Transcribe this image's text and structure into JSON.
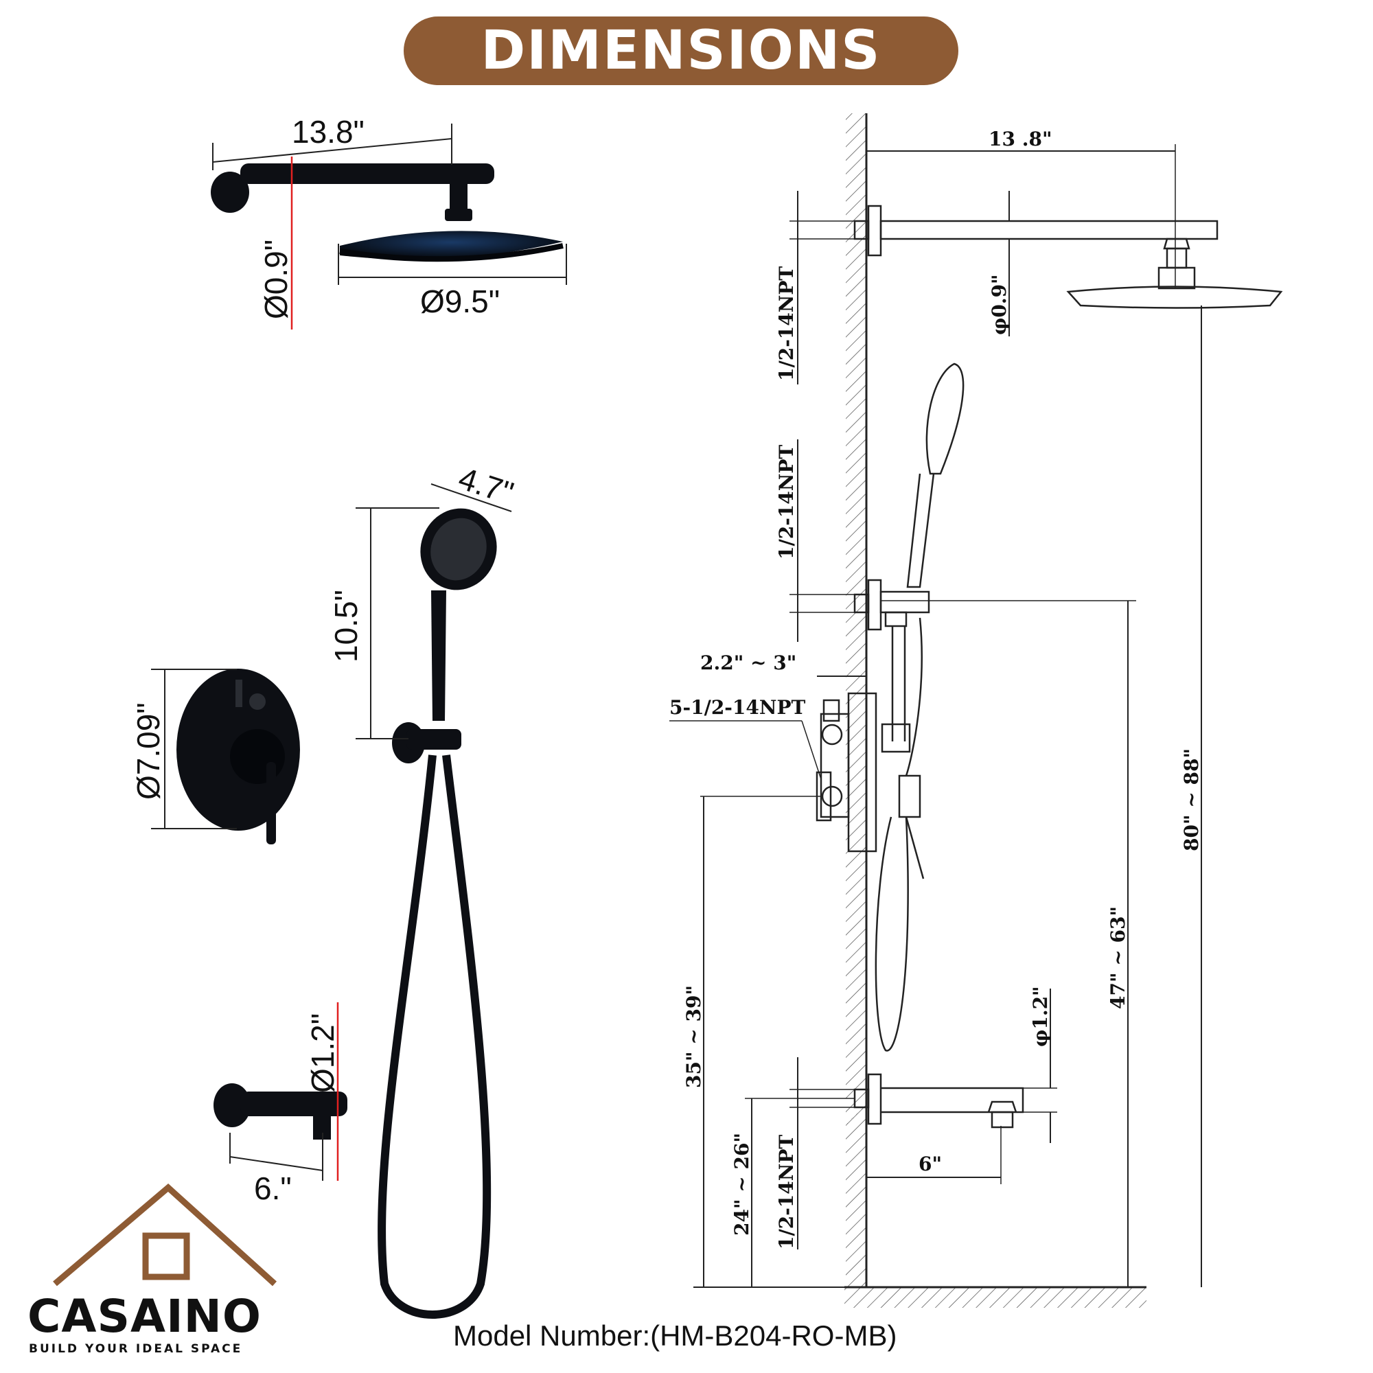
{
  "header": {
    "title": "DIMENSIONS"
  },
  "colors": {
    "banner": "#8e5b34",
    "accent_red": "#e02020",
    "fixture": "#0d0f14",
    "line": "#222222"
  },
  "left_labels": {
    "arm_length": "13.8\"",
    "arm_diameter": "Ø0.9\"",
    "head_diameter": "Ø9.5\"",
    "handheld_width": "4.7\"",
    "handheld_length": "10.5\"",
    "trim_diameter": "Ø7.09\"",
    "spout_diameter": "Ø1.2\"",
    "spout_length": "6.\""
  },
  "right_labels": {
    "arm_length": "13 .8\"",
    "arm_diameter": "φ0.9\"",
    "npt_top": "1/2-14NPT",
    "npt_mid": "1/2-14NPT",
    "wall_depth": "2.2\" ~ 3\"",
    "valve_npt": "5-1/2-14NPT",
    "head_height": "80\" ~ 88\"",
    "holder_height": "47\" ~ 63\"",
    "valve_height": "35\" ~ 39\"",
    "spout_height": "24\" ~ 26\"",
    "npt_bottom": "1/2-14NPT",
    "spout_diameter": "φ1.2\"",
    "spout_length": "6\""
  },
  "brand": {
    "name": "CASAINO",
    "tagline": "BUILD YOUR IDEAL SPACE"
  },
  "footer": {
    "model": "Model Number:(HM-B204-RO-MB)"
  }
}
